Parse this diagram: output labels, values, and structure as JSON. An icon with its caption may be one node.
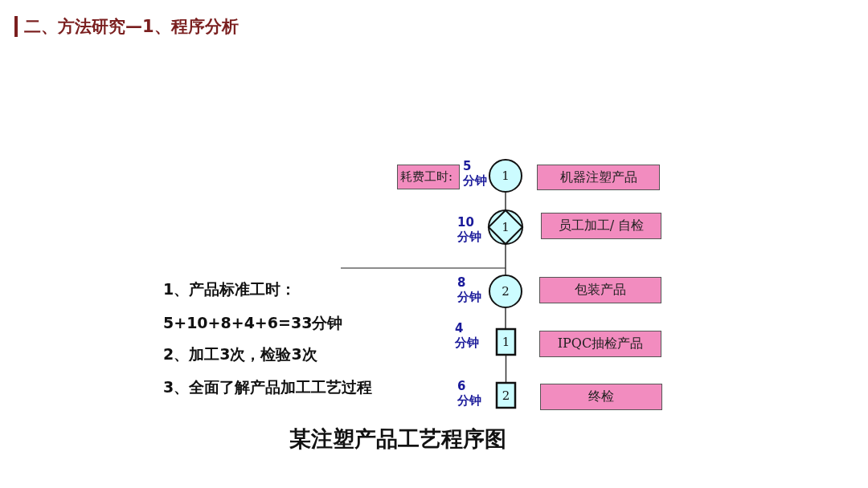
{
  "diagram": {
    "title": "二、方法研究—1、程序分析",
    "caption": "某注塑产品工艺程序图",
    "nodes": [
      {
        "text": [
          "耗费工时:"
        ]
      },
      {
        "text": [
          "1"
        ],
        "beside": [
          "5 分钟"
        ]
      },
      {
        "text": [
          "机器注塑产品"
        ]
      },
      {
        "text": [
          "1"
        ],
        "beside": [
          "10 分钟"
        ]
      },
      {
        "text": [
          "员工加工/ 自检"
        ]
      },
      {
        "text": [
          "2"
        ],
        "beside": [
          "8 分钟"
        ]
      },
      {
        "text": [
          "包装产品"
        ]
      },
      {
        "text": [
          "1"
        ],
        "beside": [
          "4 分钟"
        ]
      },
      {
        "text": [
          "IPQC抽检产品"
        ]
      },
      {
        "text": [
          "2"
        ],
        "beside": [
          "6 分钟"
        ]
      },
      {
        "text": [
          "终检"
        ]
      }
    ],
    "edges": [
      {
        "from": 1,
        "to": 3,
        "arrow": "none"
      },
      {
        "from": 3,
        "to": 5,
        "arrow": "none"
      },
      {
        "from": 5,
        "to": 7,
        "arrow": "none"
      },
      {
        "from": 7,
        "to": 9,
        "arrow": "none"
      }
    ],
    "labels": [
      "1、产品标准工时：",
      "5+10+8+4+6=33分钟",
      "2、加工3次，检验3次",
      "3、全面了解产品加工工艺过程"
    ]
  }
}
